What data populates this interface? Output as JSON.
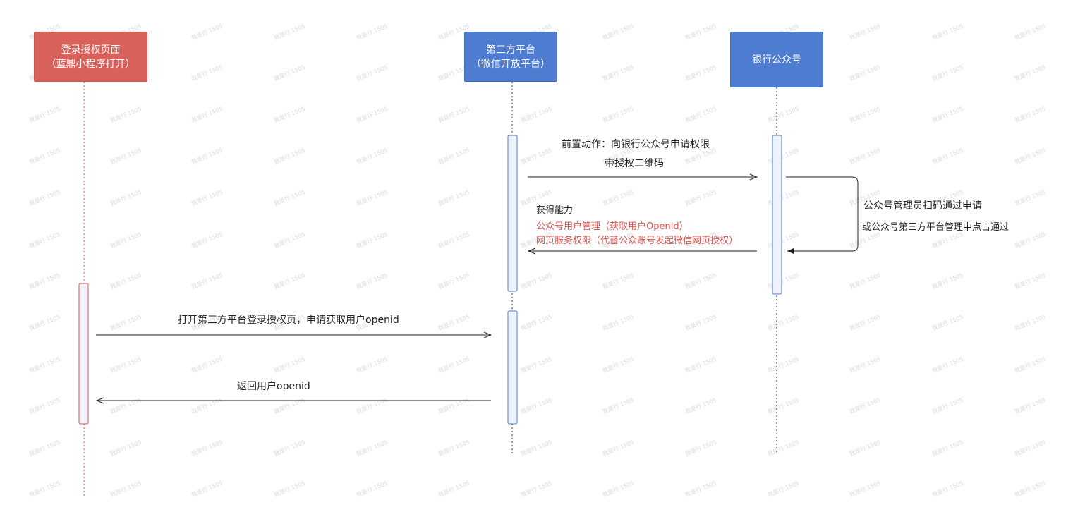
{
  "actors": {
    "login": {
      "line1": "登录授权页面",
      "line2": "（蓝鼎小程序打开）",
      "color": "#d9615b"
    },
    "platform": {
      "line1": "第三方平台",
      "line2": "（微信开放平台）",
      "color": "#4d7cd0"
    },
    "bank": {
      "line1": "银行公众号",
      "color": "#4d7cd0"
    }
  },
  "messages": {
    "pre_action": {
      "line1": "前置动作：向银行公众号申请权限",
      "line2": "带授权二维码"
    },
    "approve": {
      "line1": "公众号管理员扫码通过申请",
      "line2": "或公众号第三方平台管理中点击通过"
    },
    "gain": {
      "title": "获得能力",
      "item1": "公众号用户管理（获取用户Openid）",
      "item2": "网页服务权限（代替公众账号发起微信网页授权）",
      "accent": "#d9534f"
    },
    "open_page": "打开第三方平台登录授权页，申请获取用户openid",
    "return_openid": "返回用户openid"
  },
  "watermark": "我是行 1505"
}
